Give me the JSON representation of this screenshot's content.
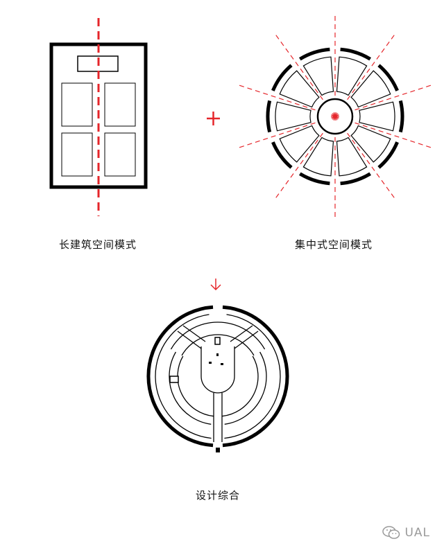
{
  "captions": {
    "linear": "长建筑空间模式",
    "central": "集中式空间模式",
    "synthesis": "设计综合"
  },
  "symbols": {
    "plus": "+",
    "arrow": "↓"
  },
  "watermark": {
    "text": "UAL",
    "icon": "wechat-icon"
  },
  "colors": {
    "line": "#000000",
    "accent": "#e5252a",
    "watermark": "#9a9a9a"
  }
}
